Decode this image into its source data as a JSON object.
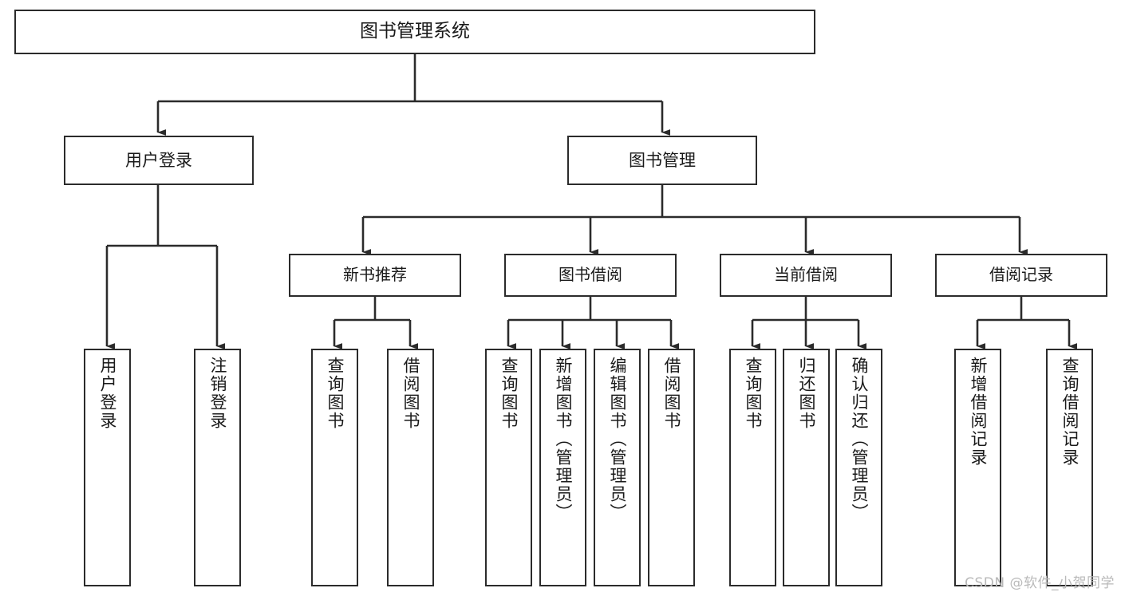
{
  "diagram": {
    "title": "图书管理系统",
    "type": "tree",
    "colors": {
      "stroke": "#2b2b2b",
      "fill": "#ffffff",
      "text": "#1a1a1a",
      "watermark": "#b9b9b9"
    },
    "watermark": "CSDN @软件_小贺同学",
    "root": {
      "id": "root",
      "label": "图书管理系统"
    },
    "level1": [
      {
        "id": "user-login",
        "label": "用户登录"
      },
      {
        "id": "book-manage",
        "label": "图书管理"
      }
    ],
    "level2": [
      {
        "id": "new-book-recommend",
        "label": "新书推荐",
        "parent": "book-manage"
      },
      {
        "id": "book-borrow",
        "label": "图书借阅",
        "parent": "book-manage"
      },
      {
        "id": "current-borrow",
        "label": "当前借阅",
        "parent": "book-manage"
      },
      {
        "id": "borrow-record",
        "label": "借阅记录",
        "parent": "book-manage"
      }
    ],
    "leaves": [
      {
        "id": "leaf-user-login",
        "label": "用户登录",
        "parent": "user-login"
      },
      {
        "id": "leaf-user-logout",
        "label": "注销登录",
        "parent": "user-login"
      },
      {
        "id": "leaf-query-book-1",
        "label": "查询图书",
        "parent": "new-book-recommend"
      },
      {
        "id": "leaf-borrow-book-1",
        "label": "借阅图书",
        "parent": "new-book-recommend"
      },
      {
        "id": "leaf-query-book-2",
        "label": "查询图书",
        "parent": "book-borrow"
      },
      {
        "id": "leaf-add-book",
        "label": "新增图书（管理员）",
        "parent": "book-borrow"
      },
      {
        "id": "leaf-edit-book",
        "label": "编辑图书（管理员）",
        "parent": "book-borrow"
      },
      {
        "id": "leaf-borrow-book-2",
        "label": "借阅图书",
        "parent": "book-borrow"
      },
      {
        "id": "leaf-query-book-3",
        "label": "查询图书",
        "parent": "current-borrow"
      },
      {
        "id": "leaf-return-book",
        "label": "归还图书",
        "parent": "current-borrow"
      },
      {
        "id": "leaf-confirm-return",
        "label": "确认归还（管理员）",
        "parent": "current-borrow"
      },
      {
        "id": "leaf-add-record",
        "label": "新增借阅记录",
        "parent": "borrow-record"
      },
      {
        "id": "leaf-query-record",
        "label": "查询借阅记录",
        "parent": "borrow-record"
      }
    ]
  }
}
